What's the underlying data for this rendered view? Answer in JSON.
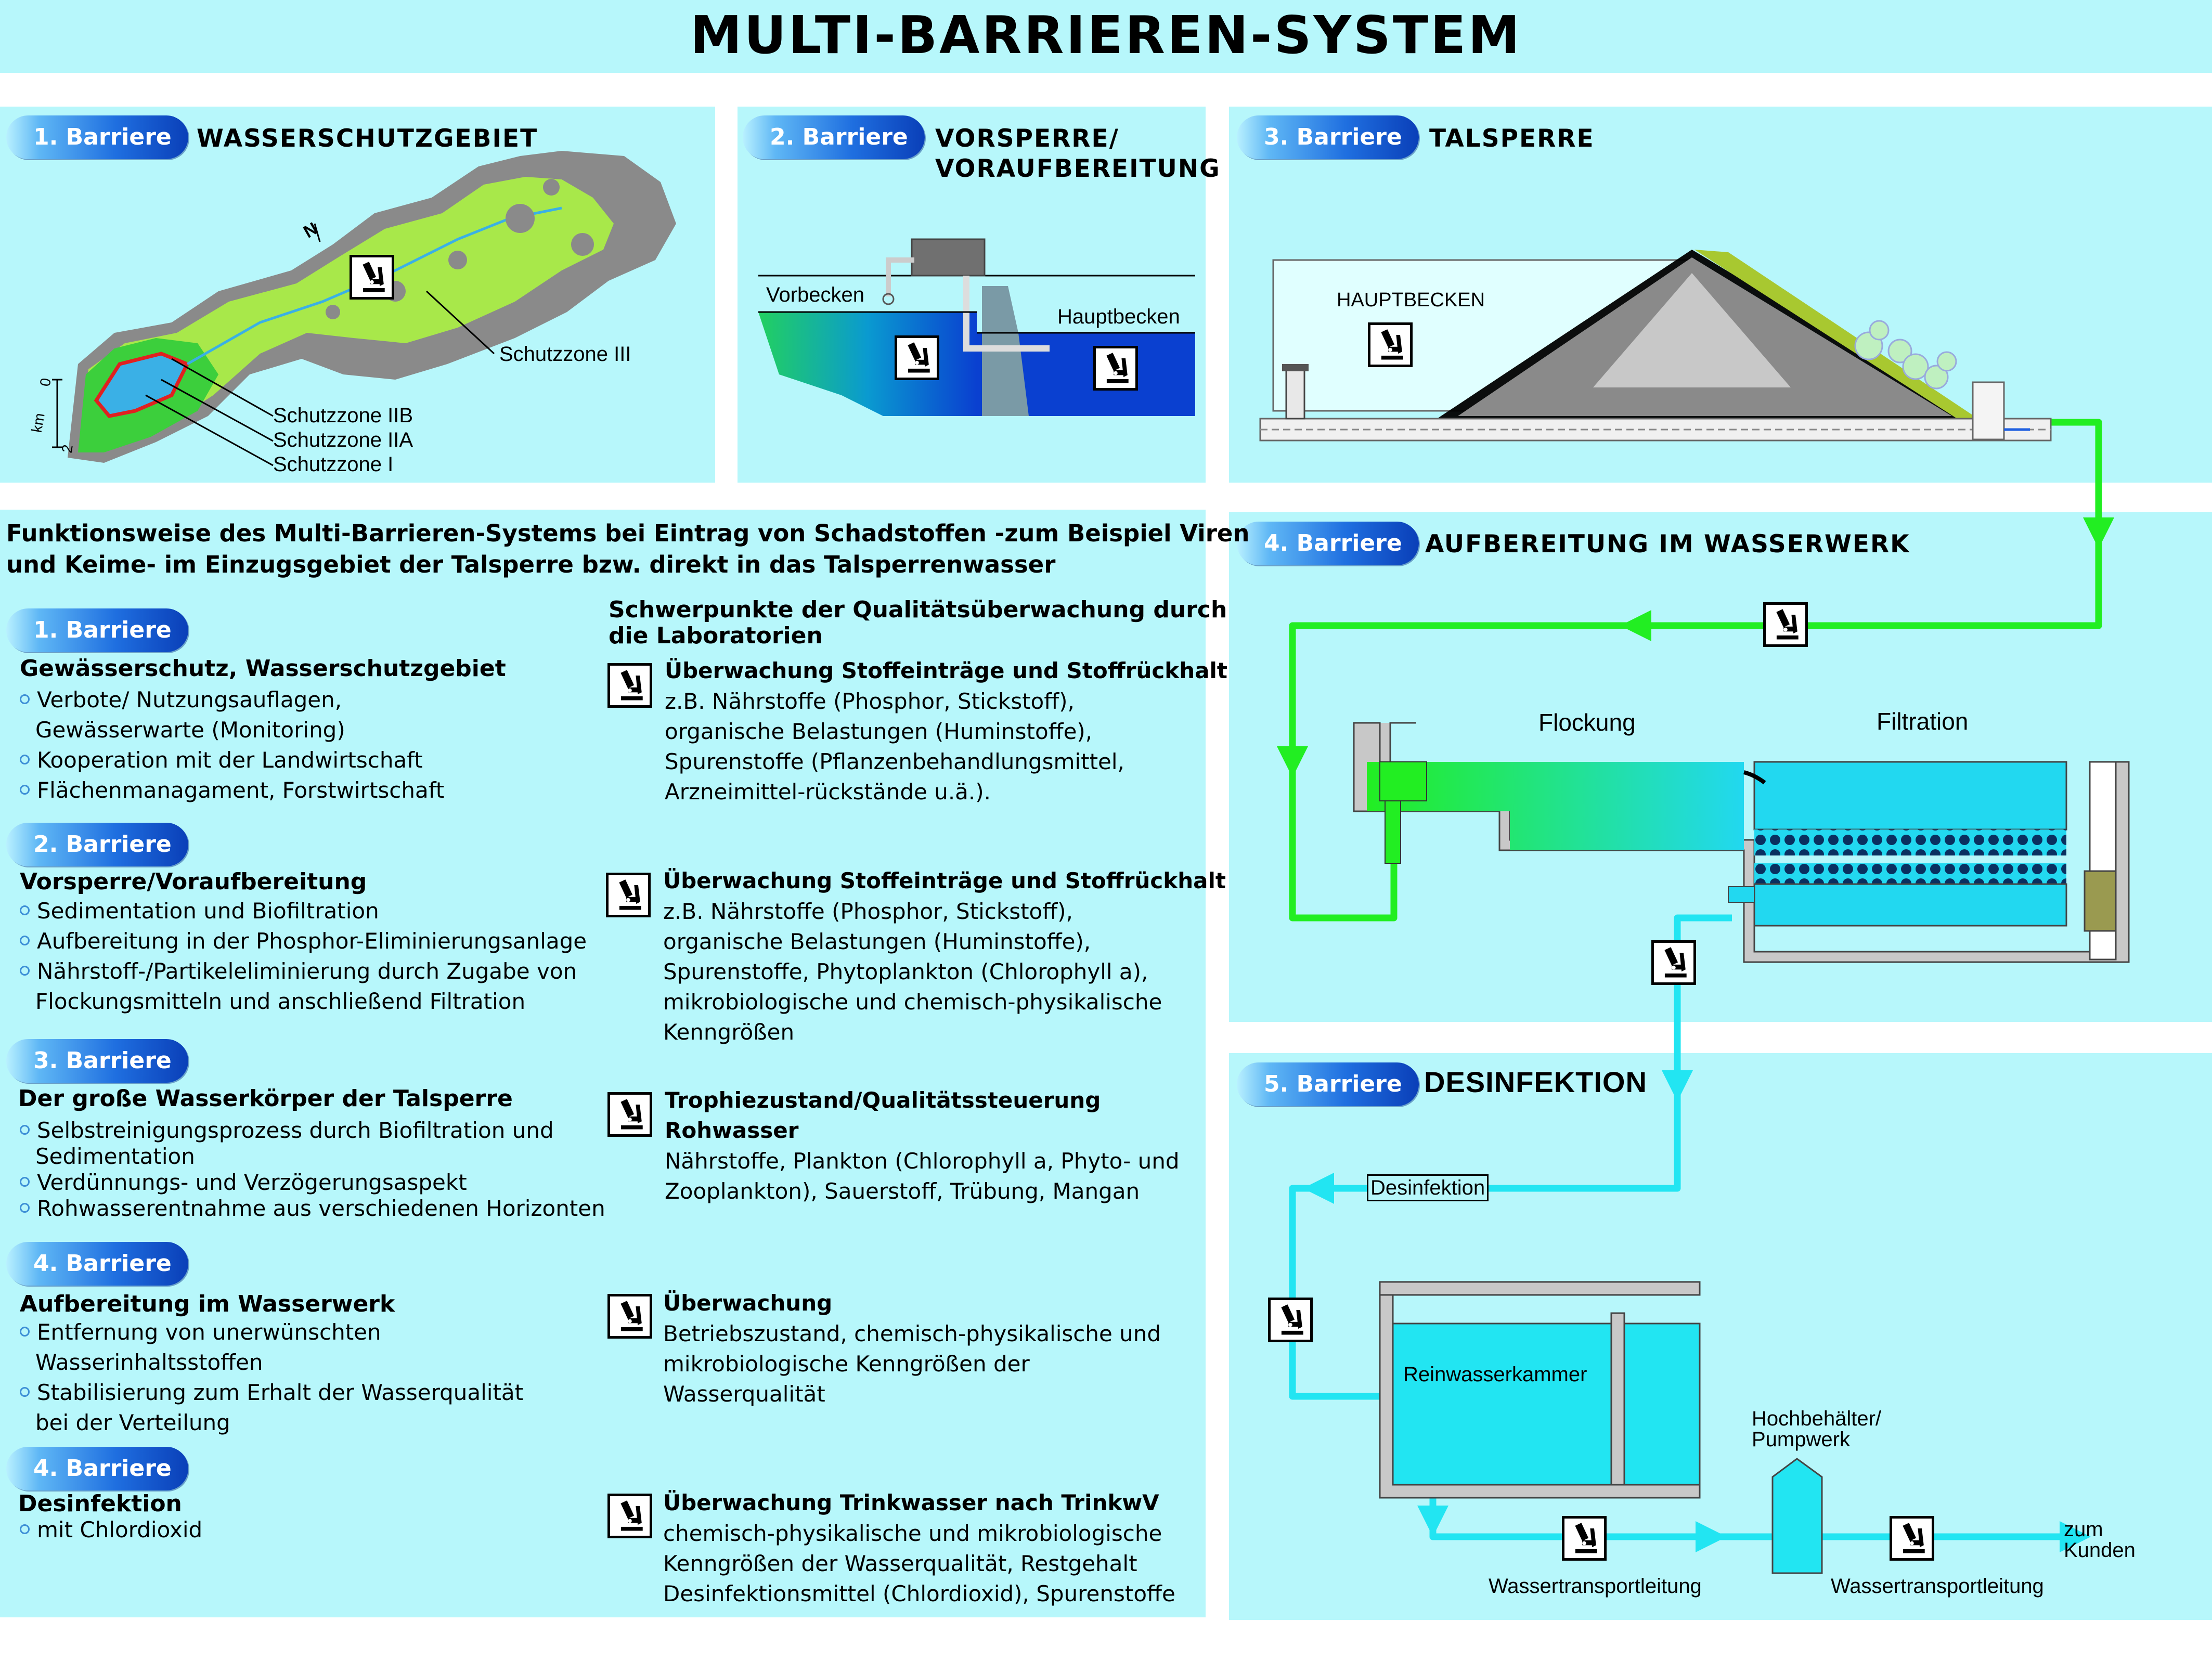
{
  "title": "MULTI-BARRIEREN-SYSTEM",
  "panel1": {
    "badge": "1. Barriere",
    "title": "WASSERSCHUTZGEBIET",
    "labels": [
      "Schutzzone III",
      "Schutzzone IIB",
      "Schutzzone IIA",
      "Schutzzone I"
    ],
    "scale_0": "0",
    "scale_unit": "km",
    "scale_2": "2",
    "north": "N"
  },
  "panel2": {
    "badge": "2. Barriere",
    "title_line1": "VORSPERRE/",
    "title_line2": "VORAUFBEREITUNG",
    "label_left": "Vorbecken",
    "label_right": "Hauptbecken"
  },
  "panel3": {
    "badge": "3. Barriere",
    "title": "TALSPERRE",
    "label": "HAUPTBECKEN"
  },
  "panel4": {
    "badge": "4. Barriere",
    "title": "AUFBEREITUNG IM WASSERWERK",
    "label_left": "Flockung",
    "label_right": "Filtration"
  },
  "panel5": {
    "badge": "5. Barriere",
    "title": "DESINFEKTION",
    "label_desinfektion": "Desinfektion",
    "label_chamber": "Reinwasserkammer",
    "label_tower_1": "Hochbehälter/",
    "label_tower_2": "Pumpwerk",
    "label_pipe_1": "Wassertransportleitung",
    "label_pipe_2": "Wassertransportleitung",
    "label_end_1": "zum",
    "label_end_2": "Kunden"
  },
  "info": {
    "intro_1": "Funktionsweise des Multi-Barrieren-Systems bei Eintrag von Schadstoffen -zum Beispiel Viren",
    "intro_2": "und Keime- im Einzugsgebiet der Talsperre bzw. direkt in das Talsperrenwasser",
    "right_header_1": "Schwerpunkte der Qualitätsüberwachung durch",
    "right_header_2": "die Laboratorien",
    "sections": [
      {
        "badge": "1. Barriere",
        "heading": "Gewässerschutz, Wasserschutzgebiet",
        "lines": [
          "Verbote/ Nutzungsauflagen,",
          "Gewässerwarte (Monitoring)",
          "Kooperation mit der Landwirtschaft",
          "Flächenmanagament, Forstwirtschaft"
        ],
        "r_heading": "Überwachung Stoffeinträge und Stoffrückhalt",
        "r_lines": [
          "z.B. Nährstoffe (Phosphor, Stickstoff),",
          "organische Belastungen (Huminstoffe),",
          "Spurenstoffe (Pflanzenbehandlungsmittel,",
          "Arzneimittel-rückstände u.ä.)."
        ]
      },
      {
        "badge": "2. Barriere",
        "heading": "Vorsperre/Voraufbereitung",
        "lines": [
          "Sedimentation und Biofiltration",
          "Aufbereitung in der Phosphor-Eliminierungsanlage",
          "Nährstoff-/Partikeleliminierung durch Zugabe von",
          "Flockungsmitteln und anschließend Filtration"
        ],
        "r_heading": "Überwachung Stoffeinträge und Stoffrückhalt",
        "r_lines": [
          "z.B. Nährstoffe (Phosphor, Stickstoff),",
          "organische Belastungen (Huminstoffe),",
          "Spurenstoffe, Phytoplankton (Chlorophyll a),",
          "mikrobiologische und chemisch-physikalische",
          "Kenngrößen"
        ]
      },
      {
        "badge": "3. Barriere",
        "heading": "Der große Wasserkörper der Talsperre",
        "lines": [
          "Selbstreinigungsprozess durch Biofiltration und",
          "Sedimentation",
          "Verdünnungs- und Verzögerungsaspekt",
          "Rohwasserentnahme aus verschiedenen Horizonten"
        ],
        "r_heading": "Trophiezustand/Qualitätssteuerung",
        "r_heading_2": "Rohwasser",
        "r_lines": [
          "Nährstoffe, Plankton (Chlorophyll a, Phyto- und",
          "Zooplankton), Sauerstoff, Trübung, Mangan"
        ]
      },
      {
        "badge": "4. Barriere",
        "heading": "Aufbereitung im Wasserwerk",
        "lines": [
          "Entfernung von unerwünschten",
          "Wasserinhaltsstoffen",
          "Stabilisierung zum Erhalt der Wasserqualität",
          "bei der Verteilung"
        ],
        "r_heading": "Überwachung",
        "r_lines": [
          "Betriebszustand, chemisch-physikalische und",
          "mikrobiologische Kenngrößen der",
          "Wasserqualität"
        ]
      },
      {
        "badge": "4. Barriere",
        "heading": "Desinfektion",
        "lines": [
          "mit Chlordioxid"
        ],
        "r_heading": "Überwachung Trinkwasser nach TrinkwV",
        "r_lines": [
          "chemisch-physikalische und mikrobiologische",
          "Kenngrößen der Wasserqualität, Restgehalt",
          "Desinfektionsmittel (Chlordioxid), Spurenstoffe"
        ]
      }
    ]
  },
  "colors": {
    "panel_bg": "#b7f7fb",
    "green_pipe": "#22ee22",
    "cyan_pipe": "#22e5f2",
    "badge_blue": "#1f6fe0"
  },
  "icons": [
    "microscope-icon",
    "arrow-down-icon",
    "arrow-left-icon",
    "arrow-right-icon"
  ]
}
